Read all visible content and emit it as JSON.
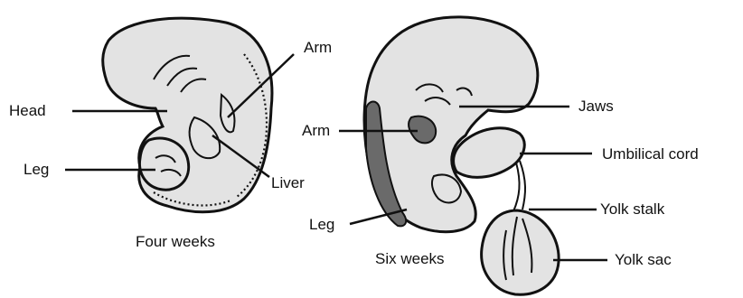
{
  "four_weeks": {
    "caption": "Four weeks",
    "labels": {
      "head": "Head",
      "leg": "Leg",
      "arm": "Arm",
      "liver": "Liver"
    }
  },
  "six_weeks": {
    "caption": "Six weeks",
    "labels": {
      "arm": "Arm",
      "leg": "Leg",
      "jaws": "Jaws",
      "umbilical_cord": "Umbilical cord",
      "yolk_stalk": "Yolk stalk",
      "yolk_sac": "Yolk sac"
    }
  }
}
